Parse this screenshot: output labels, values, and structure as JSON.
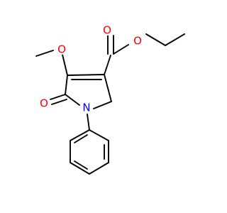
{
  "molecule": {
    "atoms": {
      "carbonyl_oxygen": {
        "symbol": "O",
        "color": "#ff0000"
      },
      "ester_oxygen": {
        "symbol": "O",
        "color": "#ff0000"
      },
      "methoxy_oxygen": {
        "symbol": "O",
        "color": "#ff0000"
      },
      "lactam_oxygen": {
        "symbol": "O",
        "color": "#ff0000"
      },
      "ring_nitrogen": {
        "symbol": "N",
        "color": "#0000ff"
      }
    },
    "bond_color": "#000000"
  }
}
